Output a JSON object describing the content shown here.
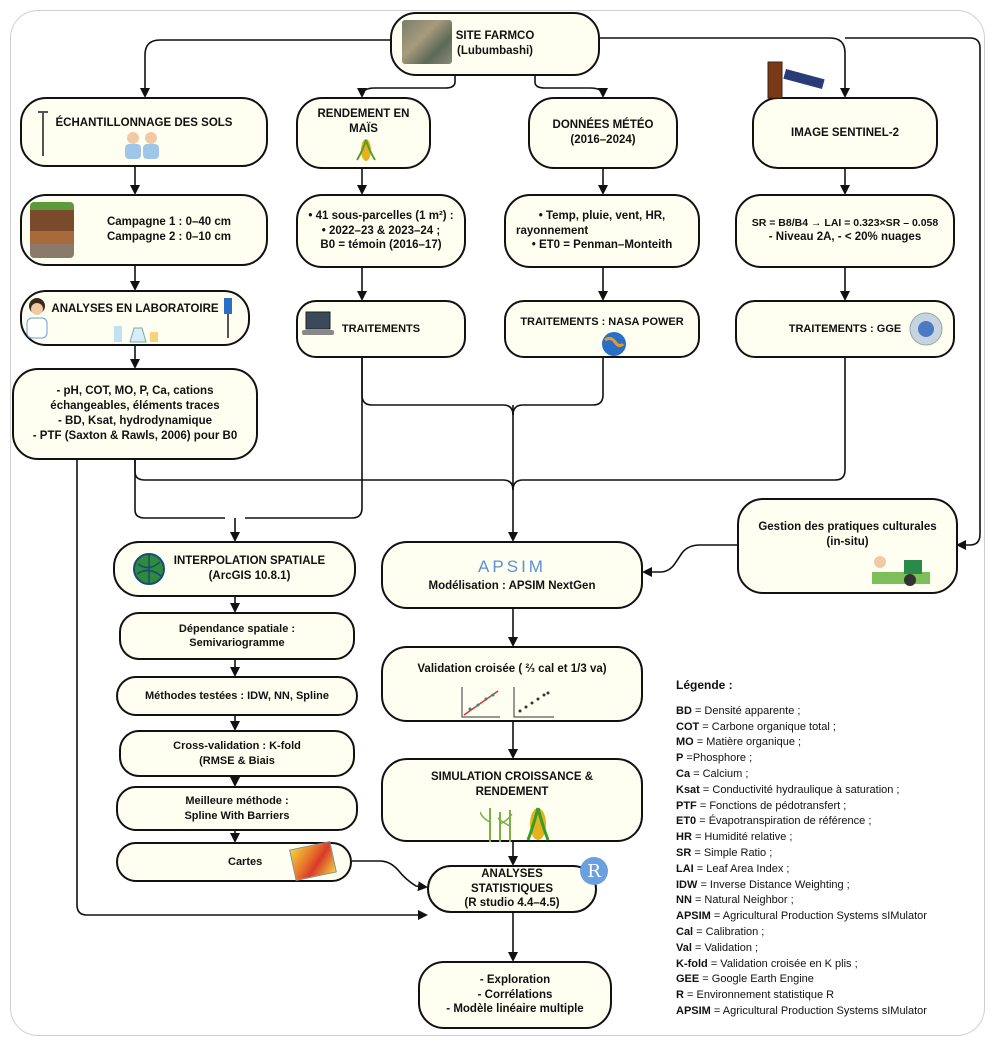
{
  "boxes": {
    "site": {
      "l1": "SITE FARMCO",
      "l2": "(Lubumbashi)"
    },
    "echantillonnage": {
      "l1": "ÉCHANTILLONNAGE DES SOLS"
    },
    "rendement": {
      "l1": "RENDEMENT EN MAÏS"
    },
    "meteo": {
      "l1": "DONNÉES MÉTÉO",
      "l2": "(2016–2024)"
    },
    "sentinel": {
      "l1": "IMAGE SENTINEL-2"
    },
    "campagne": {
      "l1": "Campagne 1 : 0–40 cm",
      "l2": "Campagne 2 : 0–10 cm"
    },
    "parcelles": {
      "l1": "• 41 sous-parcelles (1 m²) :",
      "l2": "• 2022–23 & 2023–24 ;",
      "l3": "B0 = témoin (2016–17)"
    },
    "meteo_vars": {
      "l1": "• Temp, pluie, vent, HR,",
      "l2": "rayonnement",
      "l3": "• ET0 = Penman–Monteith"
    },
    "sr": {
      "l1": "SR = B8/B4 → LAI = 0.323×SR – 0.058",
      "l2": "- Niveau 2A, - < 20% nuages"
    },
    "analyses_labo": {
      "l1": "ANALYSES EN LABORATOIRE"
    },
    "traitements": {
      "l1": "TRAITEMENTS"
    },
    "traitements_nasa": {
      "l1": "TRAITEMENTS : NASA POWER"
    },
    "traitements_gge": {
      "l1": "TRAITEMENTS : GGE"
    },
    "parametres": {
      "l1": "- pH, COT, MO, P, Ca, cations",
      "l2": "échangeables, éléments traces",
      "l3": "- BD, Ksat, hydrodynamique",
      "l4": "- PTF (Saxton & Rawls, 2006) pour B0"
    },
    "gestion": {
      "l1": "Gestion des pratiques culturales",
      "l2": "(in-situ)"
    },
    "interpolation": {
      "l1": "INTERPOLATION SPATIALE",
      "l2": "(ArcGIS 10.8.1)"
    },
    "apsim": {
      "logo": "APSIM",
      "l1": "Modélisation : APSIM NextGen"
    },
    "dependance": {
      "l1": "Dépendance spatiale :",
      "l2": "Semivariogramme"
    },
    "methodes": {
      "l1": "Méthodes testées : IDW, NN, Spline"
    },
    "validation": {
      "l1": "Validation croisée ( ⅔  cal et 1/3  va)"
    },
    "crossval": {
      "l1": "Cross-validation : K-fold",
      "l2": "(RMSE & Biais"
    },
    "meilleure": {
      "l1": "Meilleure méthode :",
      "l2": "Spline With Barriers"
    },
    "simulation": {
      "l1": "SIMULATION CROISSANCE  & RENDEMENT"
    },
    "cartes": {
      "l1": "Cartes"
    },
    "stats": {
      "l1": "ANALYSES STATISTIQUES",
      "l2": "(R studio 4.4–4.5)",
      "badge": "R"
    },
    "final": {
      "l1": "- Exploration",
      "l2": "- Corrélations",
      "l3": "- Modèle linéaire multiple"
    }
  },
  "legend": {
    "title": "Légende :",
    "items": [
      {
        "abbr": "BD",
        "desc": " = Densité apparente ;"
      },
      {
        "abbr": "COT",
        "desc": " = Carbone organique total ;"
      },
      {
        "abbr": "MO",
        "desc": " = Matière organique ;"
      },
      {
        "abbr": "P",
        "desc": " =Phosphore ;"
      },
      {
        "abbr": "Ca",
        "desc": " = Calcium ;"
      },
      {
        "abbr": "Ksat",
        "desc": " = Conductivité hydraulique à saturation ;"
      },
      {
        "abbr": "PTF",
        "desc": " = Fonctions de pédotransfert ;"
      },
      {
        "abbr": "ET0",
        "desc": " = Évapotranspiration de référence ;"
      },
      {
        "abbr": "HR",
        "desc": " = Humidité relative ;"
      },
      {
        "abbr": "SR",
        "desc": " = Simple Ratio ;"
      },
      {
        "abbr": "LAI",
        "desc": " = Leaf Area Index ;"
      },
      {
        "abbr": "IDW",
        "desc": " = Inverse Distance Weighting ;"
      },
      {
        "abbr": "NN",
        "desc": " = Natural Neighbor ;"
      },
      {
        "abbr": "APSIM",
        "desc": " = Agricultural Production Systems sIMulator"
      },
      {
        "abbr": "Cal",
        "desc": " = Calibration ;"
      },
      {
        "abbr": "Val",
        "desc": " = Validation ;"
      },
      {
        "abbr": "K-fold",
        "desc": " = Validation croisée en K plis ;"
      },
      {
        "abbr": "GEE",
        "desc": " = Google Earth Engine"
      },
      {
        "abbr": "R",
        "desc": " = Environnement statistique R"
      },
      {
        "abbr": "APSIM",
        "desc": " = Agricultural Production Systems sIMulator"
      }
    ]
  },
  "colors": {
    "box_fill": "#fffff1",
    "border": "#111111",
    "accent_blue": "#5b8fd6",
    "maize": "#e3b21c"
  }
}
